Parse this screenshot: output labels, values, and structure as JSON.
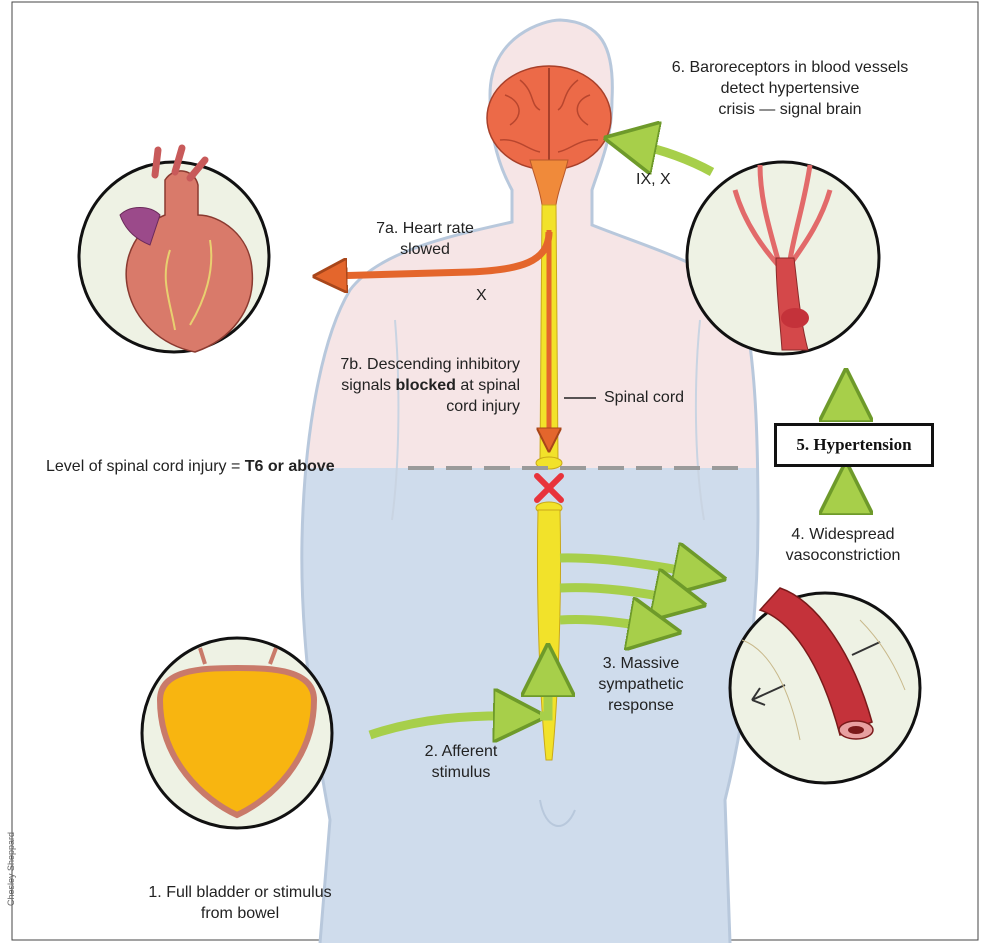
{
  "colors": {
    "upper_body": "#f6e5e6",
    "lower_body": "#cfdcec",
    "body_outline": "#b8c8dc",
    "brain": "#ec6a48",
    "spinal_cord": "#f2e22a",
    "orange_arrow": "#e4662c",
    "green_arrow": "#a7cf4a",
    "injury_mark": "#e8333b",
    "bladder_fill": "#f8b510",
    "vessel_red": "#c4323a"
  },
  "icons": [
    "brain-icon",
    "heart-icon",
    "blood-vessels-icon",
    "bladder-icon",
    "artery-icon",
    "injury-x-icon"
  ],
  "labels": {
    "step1": [
      "1. Full bladder or stimulus",
      "from bowel"
    ],
    "step2": [
      "2. Afferent",
      "stimulus"
    ],
    "step3": [
      "3. Massive",
      "sympathetic",
      "response"
    ],
    "step4": [
      "4. Widespread",
      "vasoconstriction"
    ],
    "step5": "5. Hypertension",
    "step6": [
      "6. Baroreceptors in blood vessels",
      "detect hypertensive",
      "crisis — signal brain"
    ],
    "step7a": [
      "7a. Heart rate",
      "slowed"
    ],
    "step7b": [
      "7b. Descending inhibitory",
      "signals ",
      "blocked",
      " at spinal",
      "cord injury"
    ],
    "nerve_ix_x": "IX, X",
    "nerve_x": "X",
    "spinal_cord": "Spinal cord",
    "injury_level_prefix": "Level of spinal cord injury = ",
    "injury_level_value": "T6 or above",
    "credit": "Chesley Sheppard"
  }
}
